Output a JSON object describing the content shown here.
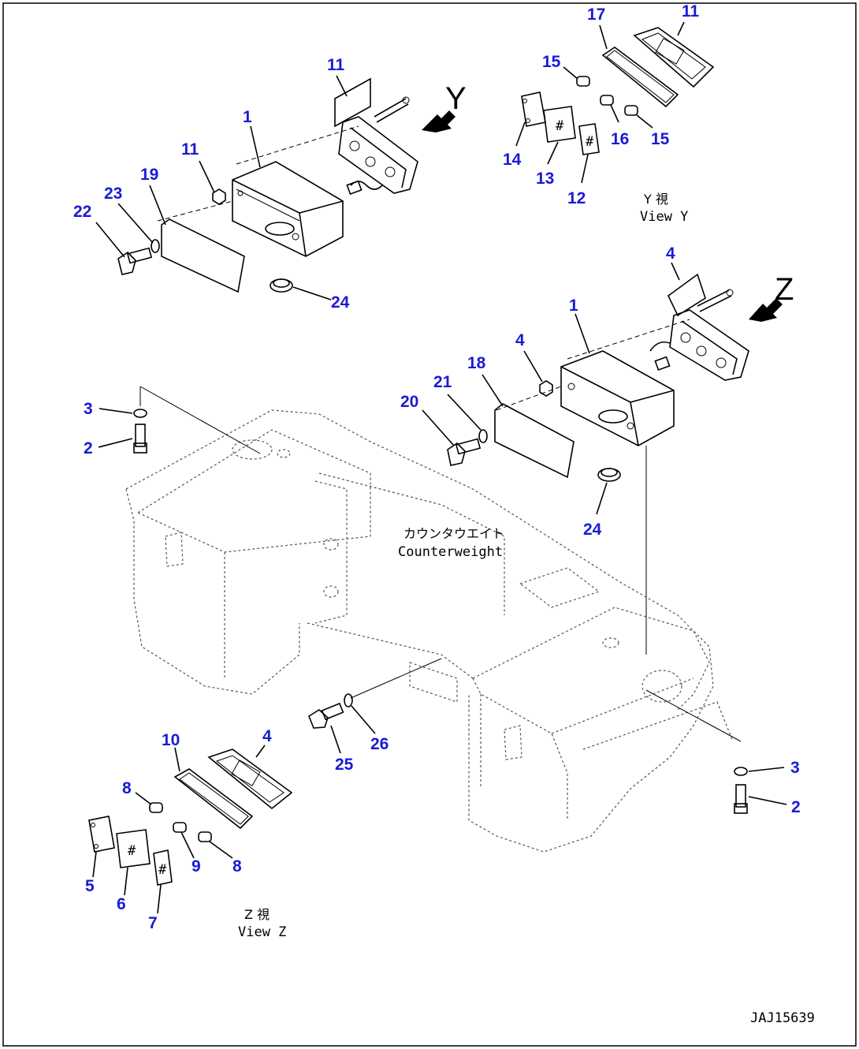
{
  "view_y": {
    "letter": "Y",
    "jp": "Y 視",
    "en": "View Y"
  },
  "view_z": {
    "letter": "Z",
    "jp": "Z 視",
    "en": "View Z"
  },
  "counterweight": {
    "jp": "カウンタウエイト",
    "en": "Counterweight"
  },
  "drawing_id": "JAJ15639",
  "callouts": {
    "c11a": "11",
    "c1a": "1",
    "c11b": "11",
    "c19": "19",
    "c23": "23",
    "c22": "22",
    "c24a": "24",
    "c17": "17",
    "c11c": "11",
    "c15a": "15",
    "c16": "16",
    "c15b": "15",
    "c14": "14",
    "c13": "13",
    "c12": "12",
    "c4a": "4",
    "c1b": "1",
    "c4b": "4",
    "c18": "18",
    "c21": "21",
    "c20": "20",
    "c24b": "24",
    "c3a": "3",
    "c2a": "2",
    "c3b": "3",
    "c2b": "2",
    "c10": "10",
    "c4c": "4",
    "c8a": "8",
    "c9": "9",
    "c8b": "8",
    "c5": "5",
    "c6": "6",
    "c7": "7",
    "c25": "25",
    "c26": "26"
  }
}
